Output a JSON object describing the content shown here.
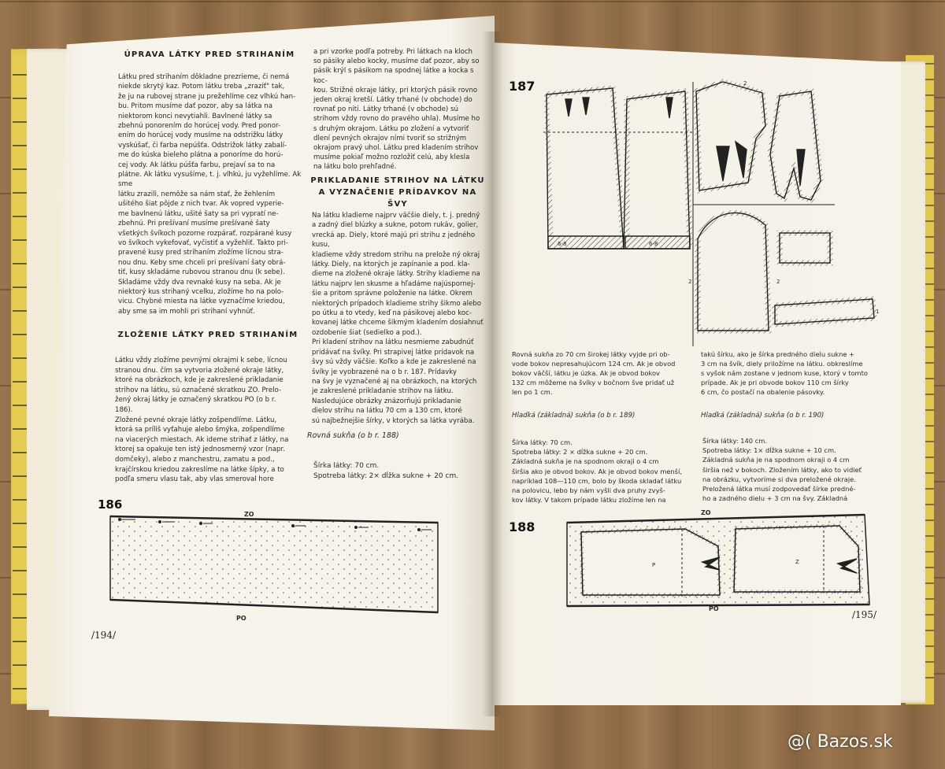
{
  "left_page": {
    "heading_1": "ÚPRAVA LÁTKY PRED STRIHANÍM",
    "text_1": "Látku pred strihaním dôkladne prezrieme, či nemá\nniekde skrytý kaz. Potom látku treba „zraziť\" tak,\nže ju na rubovej strane ju prežehlíme cez vlhkú han-\nbu. Pritom musíme dať pozor, aby sa látka na\nniektorom konci nevytiahli. Bavlnené látky sa\nzbehnú ponorením do horúcej vody. Pred ponor-\nením do horúcej vody musíme na odstrižku látky\nvyskúšať, či farba nepúšťa. Odstrižok látky zabalí-\nme do kúska bieleho plátna a ponoríme do horú-\ncej vody. Ak látku púšťa farbu, prejaví sa to na\nplátne. Ak látku vysušíme, t. j. vlhkú, ju vyžehlíme. Ak sme\nlátku zrazili, nemôže sa nám stať, že žehlením\nušitého šiat pôjde z nich tvar. Ak vopred vyperie-\nme bavlnenú látku, ušité šaty sa pri vypratí ne-\nzbehnú. Pri prešívaní musíme prešívané šaty\nvšetkých švíkoch pozorne rozpárať. rozpárané kusy\nvo švíkoch vykefovať, vyčistiť a vyžehliť. Takto pri-\npravené kusy pred strihaním zložíme lícnou stra-\nnou dnu. Keby sme chceli pri prešívaní šaty obrá-\ntiť, kusy skladáme rubovou stranou dnu (k sebe).\nSkladáme vždy dva revnaké kusy na seba. Ak je\nniektorý kus strihaný vcelku, zložíme ho na polo-\nvicu. Chybné miesta na látke vyznačíme kriedou,\naby sme sa im mohli pri strihaní vyhnúť.",
    "heading_2": "ZLOŽENIE LÁTKY PRED STRIHANÍM",
    "text_2": "Látku vždy zložíme pevnými okrajmi k sebe, lícnou\nstranou dnu. čím sa vytvoria zložené okraje látky,\nktoré na obrázkoch, kde je zakreslené prikladanie\nstrihov na látku, sú označené skratkou ZO. Prelo-\nžený okraj látky je označený skratkou PO (o b r.\n186).\n  Zložené pevné okraje látky zošpendlíme. Látku,\nktorá sa príliš vyťahuje alebo šmýka, zošpendlíme\nna viacerých miestach. Ak ideme strihať z látky, na\nktorej sa opakuje ten istý jednosmerný vzor (napr.\ndomčeky), alebo z manchestru, zamatu a pod.,\nkrajčírskou kriedou zakreslíme na látke šípky, a to\npodľa smeru vlasu tak, aby vlas smeroval hore",
    "col2_text_1": "a pri vzorke podľa potreby. Pri látkach na kloch\nso pásiky alebo kocky, musíme dať pozor, aby so\npásik krýl s pásikom na spodnej látke a kocka s koc-\nkou. Strižné okraje látky, pri ktorých pásik rovno\njeden okraj kretší. Látky trhané (v obchode) do\nrovnať po niti. Látky trhané (v obchode) sú\nstrihom vždy rovno do pravého uhla). Musíme ho\ns druhým okrajom. Látku po zložení a vytvoriť\ndlení pevných okrajov ními tvoriť so strižným\nokrajom pravý uhol. Látku pred kladením strihov\nmusíme pokiaľ možno rozložiť celú, aby klesla\nna látku bolo prehľadné.",
    "heading_3": "PRIKLADANIE STRIHOV NA LÁTKU A VYZNAČENIE PRÍDAVKOV NA ŠVY",
    "col2_text_2": "  Na látku kladieme najprv väčšie diely, t. j. predný\na zadný diel blúzky a sukne, potom rukáv, golier,\nvrecká ap. Diely, ktoré majú pri strihu z jedného kusu,\nkladieme vždy stredom strihu na prelože ný okraj\nlátky. Diely, na ktorých je zapínanie a pod. kla-\ndieme na zložené okraje látky. Strihy kladieme na\nlátku najprv len skusme a hľadáme najúspornej-\nšie a pritom správne položenie na látke. Okrem\nniektorých prípadoch kladieme strihy šikmo alebo\npo útku a to vtedy, keď na pásikovej alebo koc-\nkovanej látke chceme šikmým kladením dosiahnuť\nozdobenie šiat (sedielko a pod.).\n  Pri kladení strihov na látku nesmieme zabudnúť\npridávať na švíky. Pri strapivej látke prídavok na\nšvy sú vždy väčšie. Koľko a kde je zakreslené na\nšvíky je vyobrazené na o b r. 187. Prídavky\nna švy je vyznačené aj na obrázkoch, na ktorých\nje zakreslené prikladanie strihov na látku.\n  Nasledujúce obrázky znázorňujú prikladanie\ndielov strihu na látku 70 cm a 130 cm, ktoré\nsú najbežnejšie šírky, v ktorých sa látka vyrába.",
    "rovna_label": "Rovná sukňa (o b r. 188)",
    "sirka_1": "Šírka látky: 70 cm.\nSpotreba látky: 2× dĺžka sukne + 20 cm.",
    "fig186_num": "186",
    "fig186_zo": "ZO",
    "fig186_po": "PO",
    "page_number": "/194/"
  },
  "right_page": {
    "fig187_num": "187",
    "fig187_labels": [
      "6-8",
      "6-8",
      "2",
      "2",
      "2",
      "1"
    ],
    "caption_left": "Rovná sukňa zo 70 cm širokej látky vyjde pri ob-\nvode bokov nepresahujúcom 124 cm. Ak je obvod\nbokov väčší, látku je úzka. Ak je obvod bokov\n132 cm môžeme na švíky v bočnom šve pridať už\nlen po 1 cm.",
    "caption_right": "takú šírku, ako je šírka predného dielu sukne +\n3 cm na švík, diely priložíme na látku. obkreslíme\ns vyšok nám zostane v jednom kuse, ktorý v tomto\nprípade. Ak je pri obvode bokov 110 cm šírky\n6 cm, čo postačí na obalenie pásovky.",
    "hladka_1": "Hladká (základná) sukňa (o b r. 189)",
    "hladka_2": "Hladká (základná) sukňa (o b r. 190)",
    "text_left": "Šírka látky: 70 cm.\nSpotreba látky: 2 × dĺžka sukne + 20 cm.\n  Základná sukňa je na spodnom okraji o 4 cm\nširšia ako je obvod bokov. Ak je obvod bokov menší,\nnapríklad 108—110 cm, bolo by škoda skladať látku\nna polovicu, lebo by nám vyšli dva pruhy zvyš-\nkov látky. V takom prípade látku zložíme len na",
    "text_right": "Šírka látky: 140 cm.\nSpotreba látky: 1× dĺžka sukne + 10 cm.\n  Základná sukňa je na spodnom okraji o 4 cm\nširšia než v bokoch. Zložením látky, ako to vidieť\nna obrázku, vytvoríme si dva preložené okraje.\nPreložená látka musí zodpovedať šírke predné-\nho a zadného dielu + 3 cm na švy. Základná",
    "fig188_num": "188",
    "fig188_zo": "ZO",
    "fig188_po": "PO",
    "fig188_labels": [
      "P",
      "Z"
    ],
    "page_number": "/195/"
  },
  "watermark": "@( Bazos.sk"
}
